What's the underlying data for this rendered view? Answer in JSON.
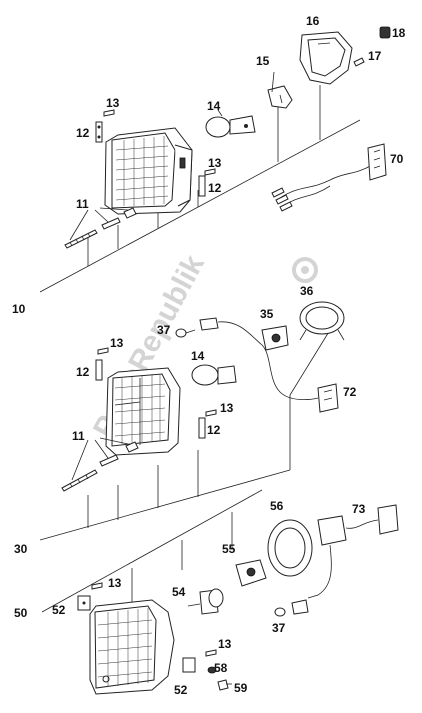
{
  "watermark": "PartsRepublik",
  "labels": {
    "l10": "10",
    "l11a": "11",
    "l12a": "12",
    "l13a": "13",
    "l14a": "14",
    "l13b": "13",
    "l12b": "12",
    "l15": "15",
    "l16": "16",
    "l17": "17",
    "l18": "18",
    "l70": "70",
    "l36": "36",
    "l35": "35",
    "l37a": "37",
    "l13c": "13",
    "l12c": "12",
    "l14b": "14",
    "l72": "72",
    "l13d": "13",
    "l12d": "12",
    "l11b": "11",
    "l30": "30",
    "l56": "56",
    "l73": "73",
    "l55": "55",
    "l13e": "13",
    "l54": "54",
    "l52a": "52",
    "l50": "50",
    "l37b": "37",
    "l13f": "13",
    "l58": "58",
    "l52b": "52",
    "l59": "59"
  }
}
